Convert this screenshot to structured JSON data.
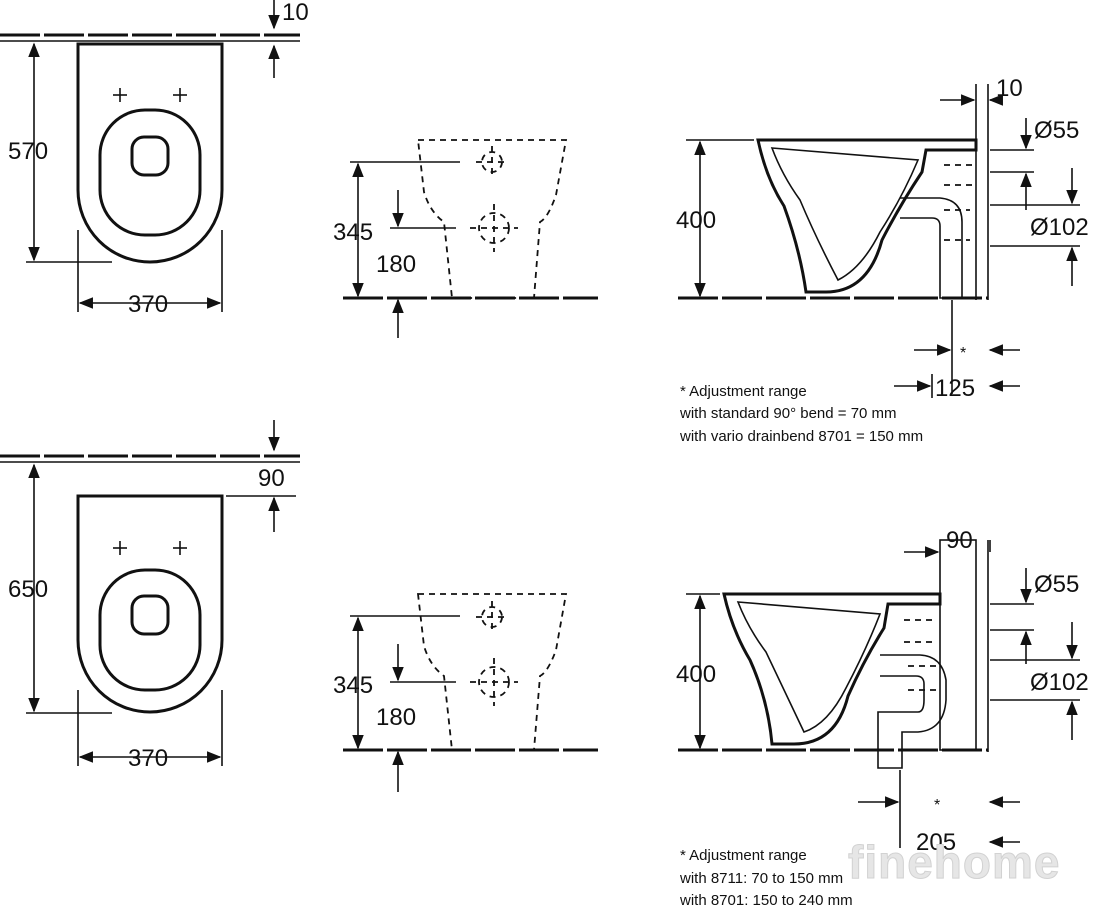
{
  "top_variant": {
    "plan": {
      "wall_gap": "10",
      "depth": "570",
      "width": "370"
    },
    "front": {
      "height_upper": "345",
      "height_lower": "180"
    },
    "side": {
      "height": "400",
      "wall_gap": "10",
      "outlet_small": "Ø55",
      "outlet_large": "Ø102",
      "offset": "125",
      "adjust_mark": "*"
    },
    "note": [
      "* Adjustment range",
      "with standard 90° bend = 70 mm",
      "with vario drainbend 8701 = 150 mm"
    ]
  },
  "bottom_variant": {
    "plan": {
      "wall_gap": "90",
      "depth": "650",
      "width": "370"
    },
    "front": {
      "height_upper": "345",
      "height_lower": "180"
    },
    "side": {
      "height": "400",
      "wall_gap": "90",
      "outlet_small": "Ø55",
      "outlet_large": "Ø102",
      "offset": "205",
      "adjust_mark": "*"
    },
    "note": [
      "* Adjustment range",
      "with 8711: 70 to 150 mm",
      "with 8701: 150 to 240 mm"
    ]
  },
  "watermark": "finehome"
}
